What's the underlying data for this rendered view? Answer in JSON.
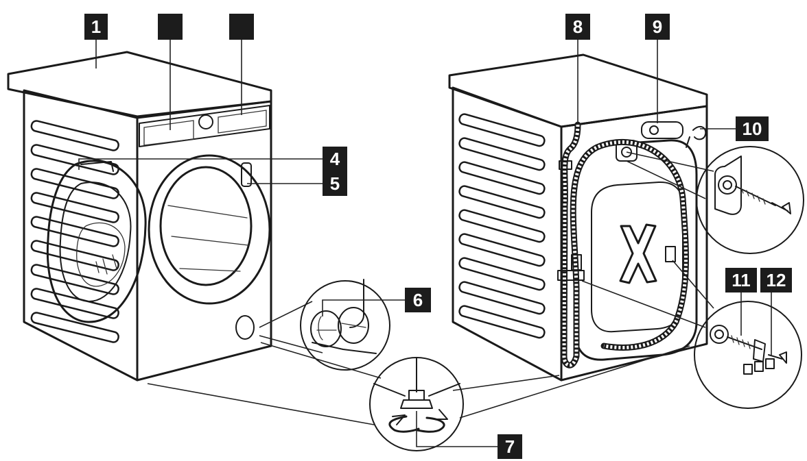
{
  "figure": {
    "callouts": [
      {
        "id": "c1",
        "label": "1"
      },
      {
        "id": "c2",
        "label": ""
      },
      {
        "id": "c3",
        "label": ""
      },
      {
        "id": "c4",
        "label": "4"
      },
      {
        "id": "c5",
        "label": "5"
      },
      {
        "id": "c6",
        "label": "6"
      },
      {
        "id": "c7",
        "label": "7"
      },
      {
        "id": "c8",
        "label": "8"
      },
      {
        "id": "c9",
        "label": "9"
      },
      {
        "id": "c10",
        "label": "10"
      },
      {
        "id": "c11",
        "label": "11"
      },
      {
        "id": "c12",
        "label": "12"
      }
    ]
  },
  "colors": {
    "line": "#1a1a1a",
    "badge_fill": "#1c1c1c",
    "badge_text": "#ffffff",
    "background": "#ffffff"
  }
}
